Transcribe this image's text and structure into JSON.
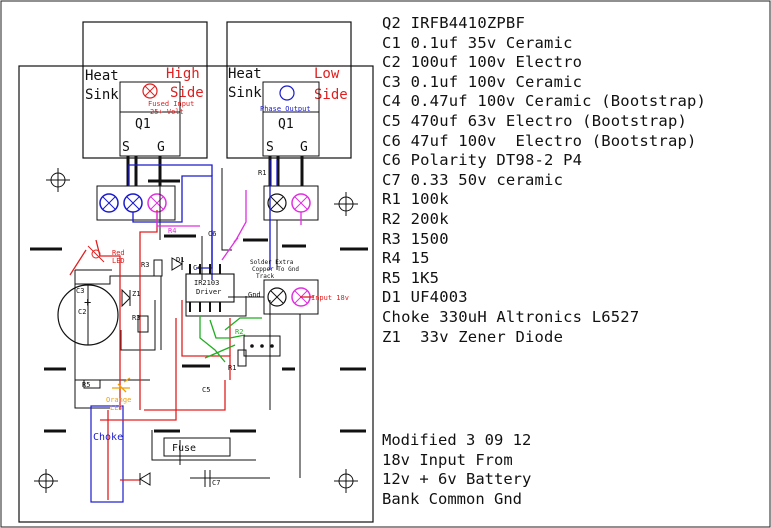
{
  "heatsink_high": {
    "line1": "Heat",
    "line2": "Sink",
    "side1": "High",
    "side2": "Side"
  },
  "heatsink_low": {
    "line1": "Heat",
    "line2": "Sink",
    "side1": "Low",
    "side2": "Side"
  },
  "q_high": {
    "label": "Q1",
    "note1": "Fused Input",
    "note2": "25+ Volt",
    "s": "S",
    "g": "G"
  },
  "q_low": {
    "label": "Q1",
    "note": "Phase Output",
    "s": "S",
    "g": "G"
  },
  "board_labels": {
    "red_led": "Red",
    "red_led2": "LED",
    "r4": "R4",
    "c6": "C6",
    "r3": "R3",
    "d1": "D1",
    "c4": "C4",
    "r1": "R1",
    "solder1": "Solder Extra",
    "solder2": "Copper To Gnd",
    "solder3": "Track",
    "gnd": "Gnd",
    "input": "Input 18v",
    "driver1": "IR2103",
    "driver2": "Driver",
    "c3": "C3",
    "c2": "C2",
    "z1": "Z1",
    "r3b": "R3",
    "r2": "R2",
    "r1b": "R1",
    "r5": "R5",
    "c5": "C5",
    "orange1": "Orange",
    "orange2": "LED",
    "choke": "Choke",
    "fuse": "Fuse",
    "c7": "C7"
  },
  "legend": [
    "Q2 IRFB4410ZPBF",
    "C1 0.1uf 35v Ceramic",
    "C2 100uf 100v Electro",
    "C3 0.1uf 100v Ceramic",
    "C4 0.47uf 100v Ceramic (Bootstrap)",
    "C5 470uf 63v Electro (Bootstrap)",
    "C6 47uf 100v  Electro (Bootstrap)",
    "C6 Polarity DT98-2 P4",
    "C7 0.33 50v ceramic",
    "R1 100k",
    "R2 200k",
    "R3 1500",
    "R4 15",
    "R5 1K5",
    "D1 UF4003",
    "Choke 330uH Altronics L6527",
    "Z1  33v Zener Diode"
  ],
  "notes": [
    "Modified 3 09 12",
    "18v Input From",
    "12v + 6v Battery",
    "Bank Common Gnd"
  ],
  "colors": {
    "red": "#e02020",
    "blue": "#1a1acc",
    "green": "#1fae1f",
    "magenta": "#e030e0",
    "orange": "#f0a000",
    "black": "#111111",
    "gray": "#8a8a8a"
  }
}
